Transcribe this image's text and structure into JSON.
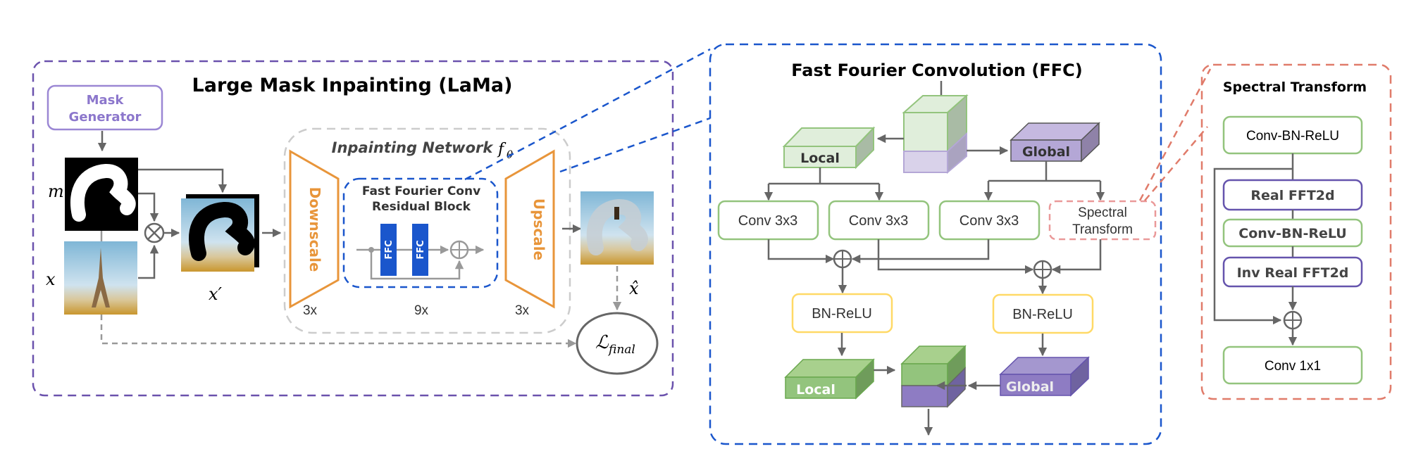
{
  "lama": {
    "title": "Large Mask Inpainting (LaMa)",
    "mask_generator": [
      "Mask",
      "Generator"
    ],
    "symbols": {
      "mask": "m",
      "image": "x",
      "masked_image": "x′",
      "output": "x̂",
      "loss_main": "ℒ",
      "loss_sub": "final",
      "network_symbol": "f",
      "network_sub": "θ"
    },
    "inpainting_network": {
      "title": "Inpainting Network",
      "downscale": "Downscale",
      "upscale": "Upscale",
      "residual_block": [
        "Fast Fourier Conv",
        "Residual Block"
      ],
      "ffc_label": "FFC",
      "downscale_repeat": "3x",
      "block_repeat": "9x",
      "upscale_repeat": "3x"
    }
  },
  "ffc": {
    "title": "Fast Fourier Convolution (FFC)",
    "local_in": "Local",
    "global_in": "Global",
    "conv1": "Conv 3x3",
    "conv2": "Conv 3x3",
    "conv3": "Conv 3x3",
    "spectral": [
      "Spectral",
      "Transform"
    ],
    "bn_relu_left": "BN-ReLU",
    "bn_relu_right": "BN-ReLU",
    "local_out": "Local",
    "global_out": "Global"
  },
  "spectral_transform": {
    "title": "Spectral Transform",
    "steps": [
      "Conv-BN-ReLU",
      "Real FFT2d",
      "Conv-BN-ReLU",
      "Inv Real FFT2d",
      "Conv 1x1"
    ]
  },
  "colors": {
    "lama_border": "#6b52ad",
    "ffc_border": "#1a56cc",
    "spectral_border": "#e07b6a",
    "orange": "#e8953a",
    "ffc_block": "#1a56cc",
    "green_border": "#93c47d",
    "purple_border": "#6554ad",
    "yellow_border": "#ffd966",
    "arrow": "#666666"
  }
}
